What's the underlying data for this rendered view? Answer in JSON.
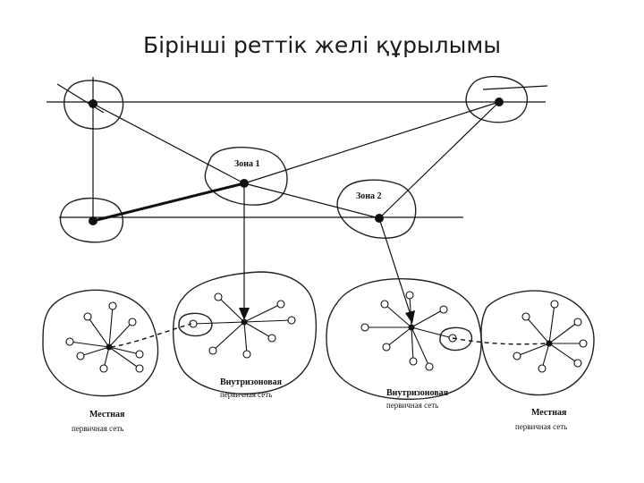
{
  "title": "Бірінші реттік желі құрылымы",
  "labels": {
    "zone1": "Зона 1",
    "zone2": "Зона 2",
    "intra_left": [
      "Внутризоновая",
      "первичная сеть"
    ],
    "intra_right": [
      "Внутризоновая",
      "первичная сеть"
    ],
    "local_left": [
      "Местная",
      "первичная сеть"
    ],
    "local_right": [
      "Местная",
      "первичная сеть"
    ]
  }
}
